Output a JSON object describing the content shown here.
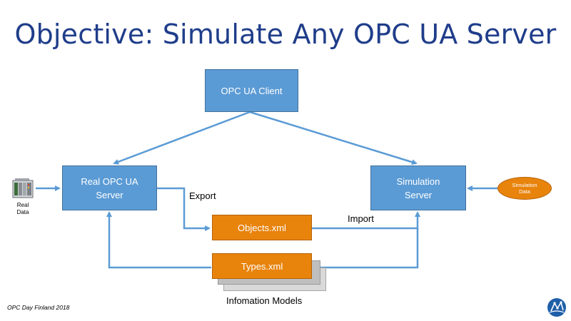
{
  "title": "Objective: Simulate Any OPC UA Server",
  "nodes": {
    "client": "OPC UA Client",
    "real_server": "Real OPC UA\nServer",
    "sim_server": "Simulation\nServer",
    "objects_xml": "Objects.xml",
    "types_xml": "Types.xml",
    "sim_data": "Simulation\nData",
    "real_data": "Real\nData"
  },
  "labels": {
    "export": "Export",
    "import": "Import",
    "info_models": "Infomation Models"
  },
  "footer": "OPC Day Finland 2018",
  "colors": {
    "title": "#1f3d8a",
    "box": "#5b9bd5",
    "document": "#e8830c",
    "connector": "#5b9bd5"
  },
  "icons": [
    "plc-device-icon",
    "opc-foundation-logo-icon"
  ]
}
